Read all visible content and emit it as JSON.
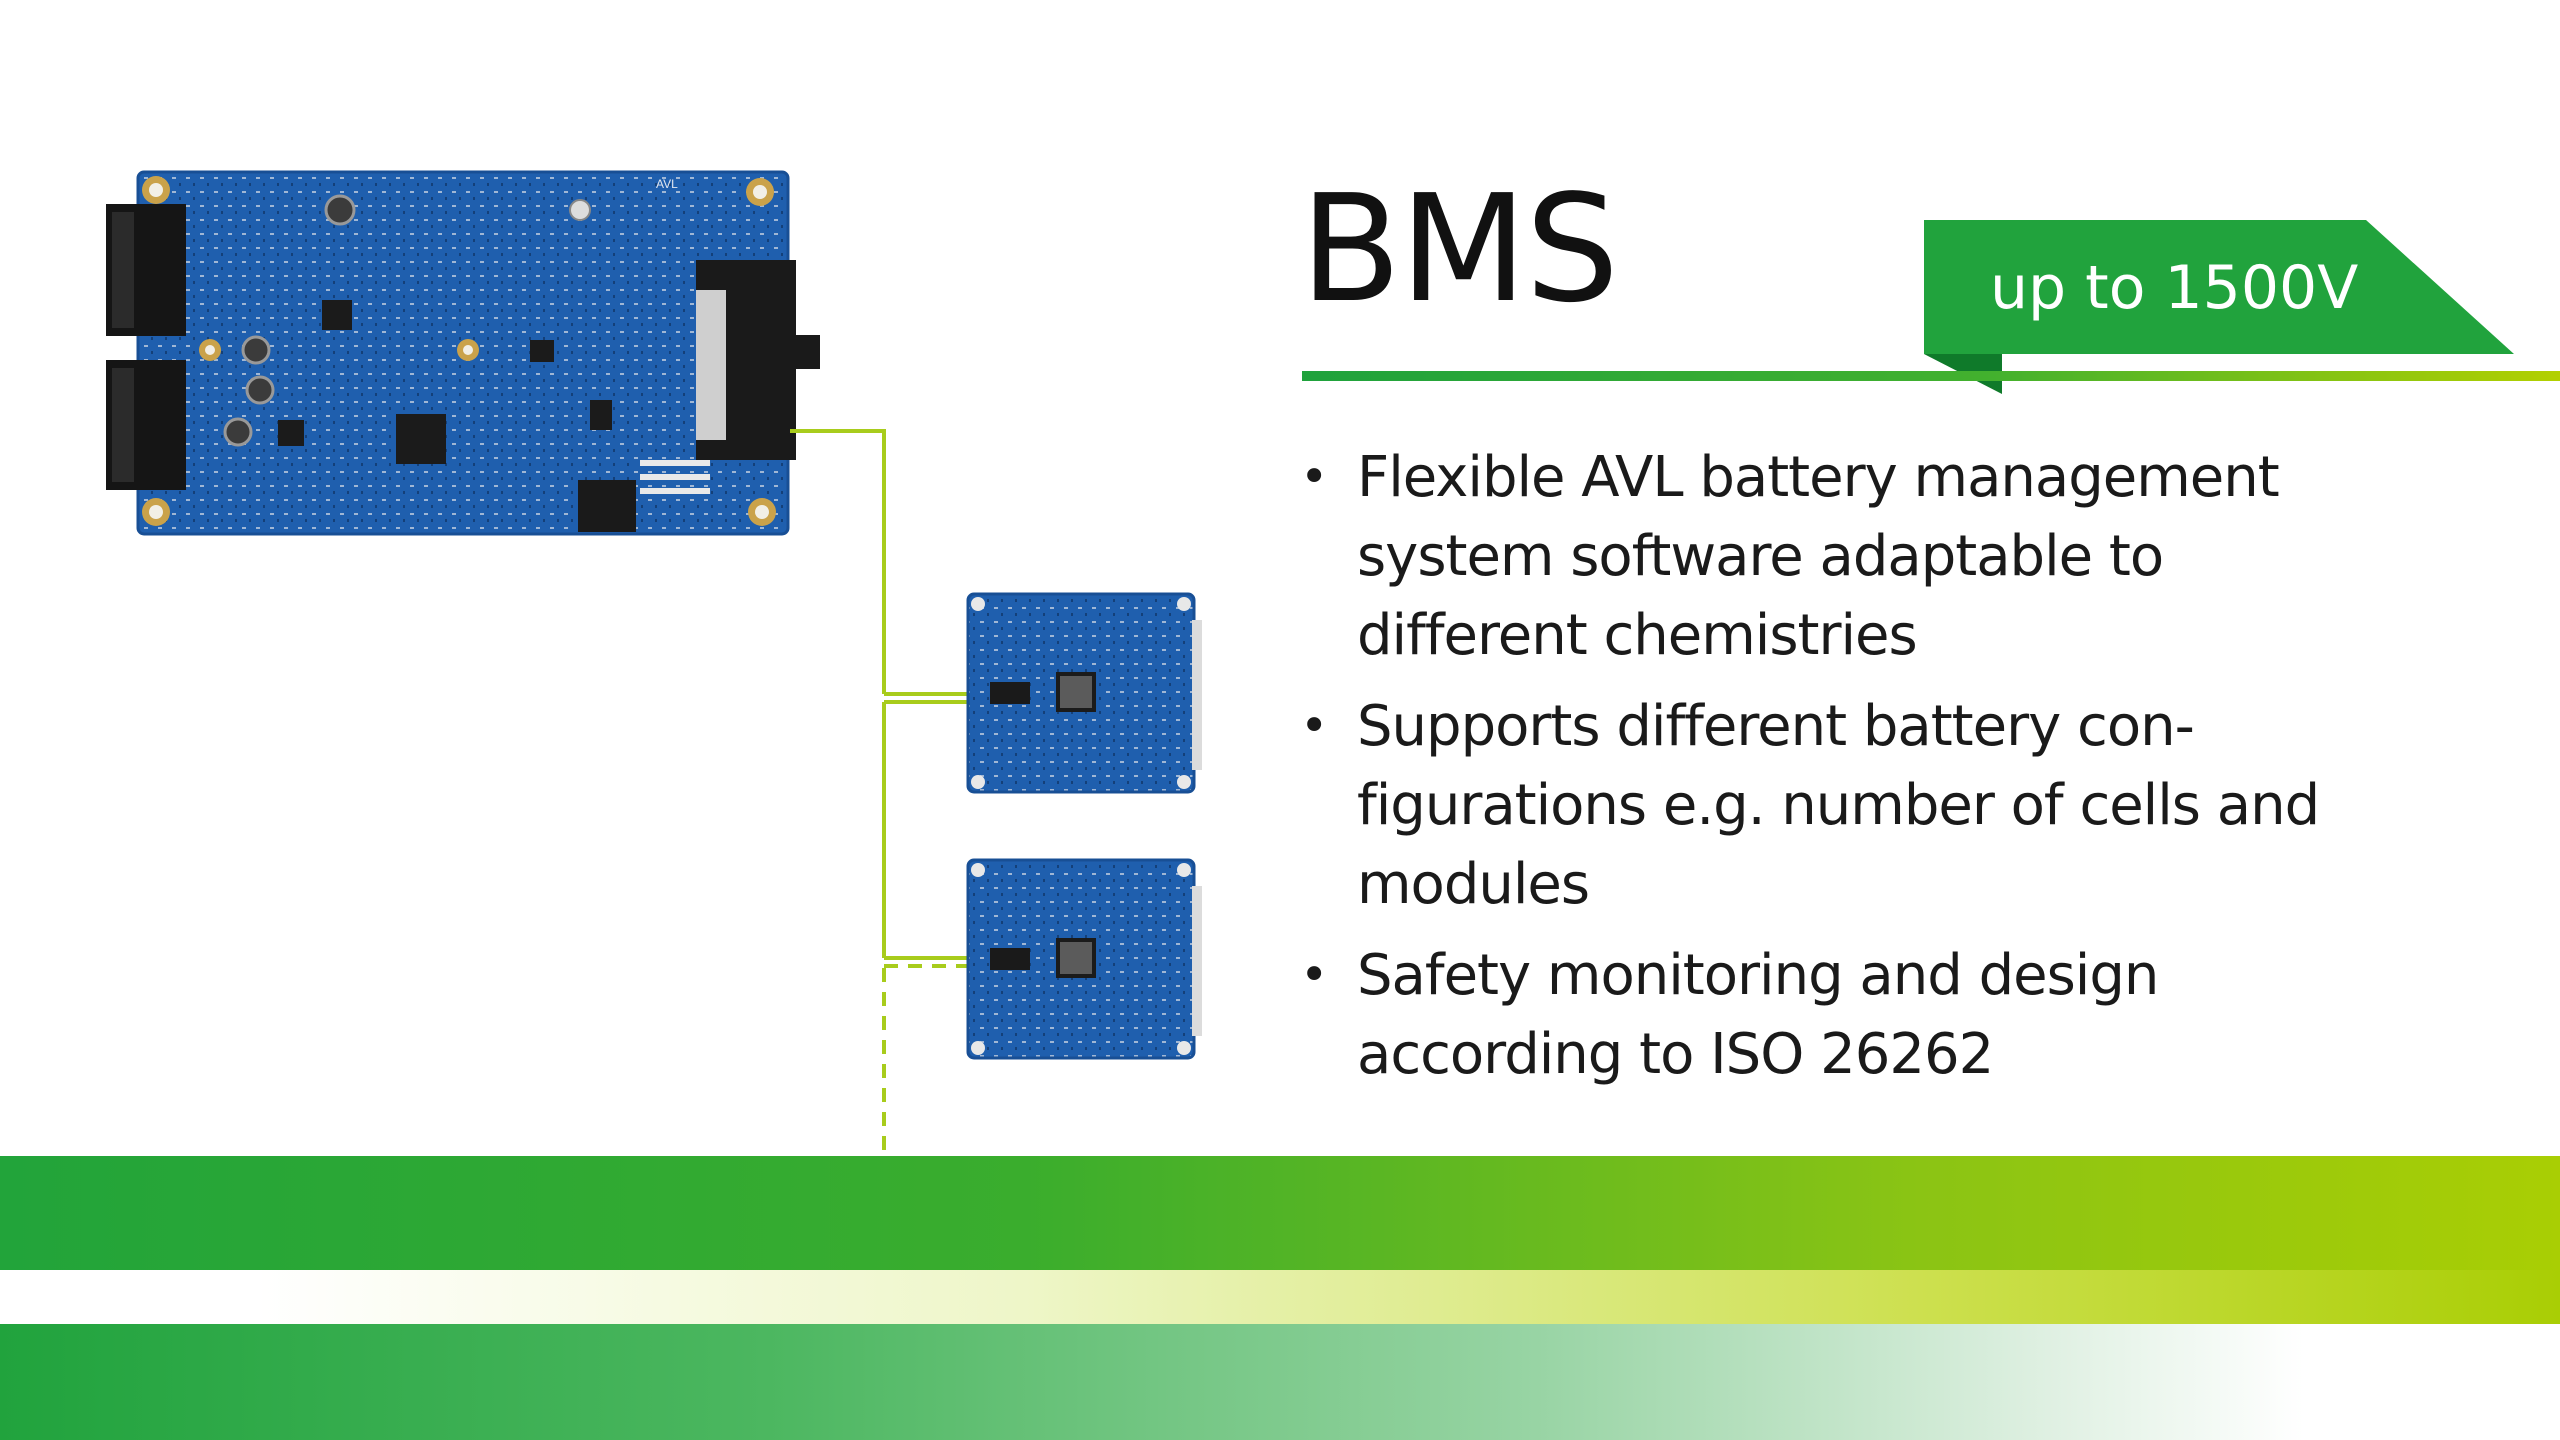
{
  "slide": {
    "title": "BMS",
    "badge": "up to 1500V",
    "bullets": [
      "Flexible AVL battery management\nsystem software adaptable to\ndifferent chemistries",
      "Supports different battery con-\nfigurations e.g. number of cells and\nmodules",
      "Safety monitoring and design\naccording to ISO 26262"
    ],
    "board_marking": "AVL"
  },
  "colors": {
    "brand_green": "#21a33d",
    "lime": "#a9ce04",
    "pcb_blue": "#1d5fb0",
    "wire": "#a8cc1c"
  },
  "icons": [
    "bms-master-board-icon",
    "cell-monitor-board-icon"
  ]
}
